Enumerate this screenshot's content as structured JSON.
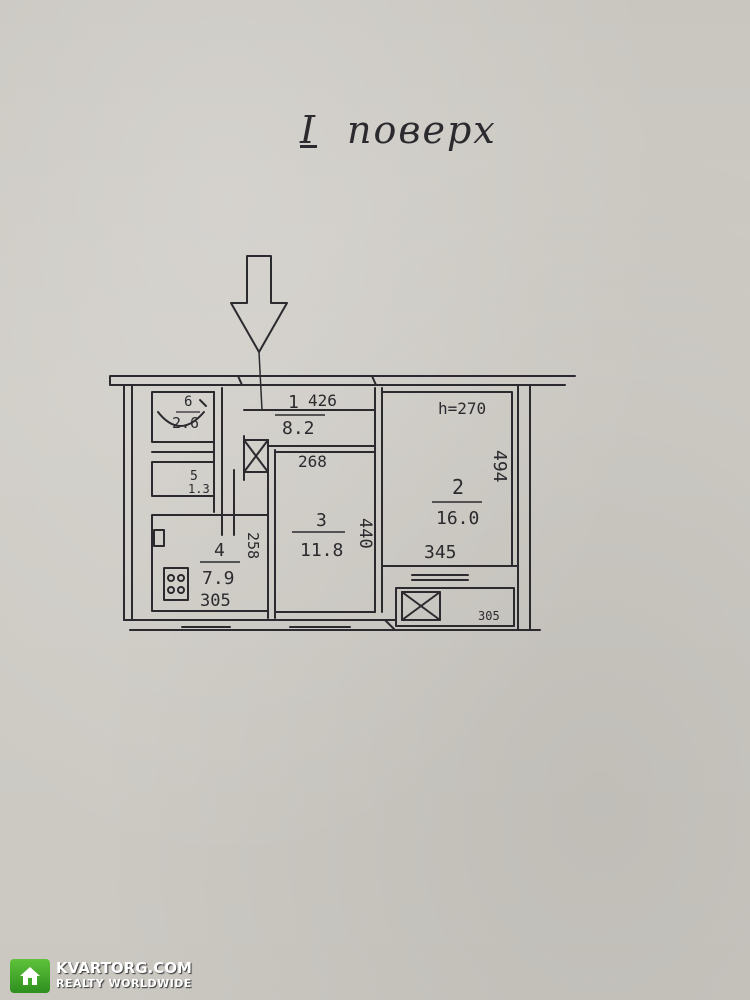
{
  "heading": {
    "floor_number": "I",
    "floor_word": "поверх"
  },
  "plan": {
    "rooms": [
      {
        "number": "1",
        "area": "8.2",
        "dim_top": "426",
        "dim_side": "268"
      },
      {
        "number": "2",
        "area": "16.0",
        "height": "h=270",
        "dim_side": "494",
        "dim_bottom": "345"
      },
      {
        "number": "3",
        "area": "11.8",
        "dim_side": "440"
      },
      {
        "number": "4",
        "area": "7.9",
        "dim_side": "258",
        "dim_bottom": "305"
      },
      {
        "number": "5",
        "area": "1.3"
      },
      {
        "number": "6",
        "area": "2.6"
      }
    ],
    "balcony": {
      "dim": "305"
    }
  },
  "watermark": {
    "brand": "KVARTORG.COM",
    "tagline": "REALTY WORLDWIDE"
  },
  "colors": {
    "ink": "#2b2a2e",
    "paper": "#cdcac4",
    "watermark_green": "#3fa72a"
  }
}
